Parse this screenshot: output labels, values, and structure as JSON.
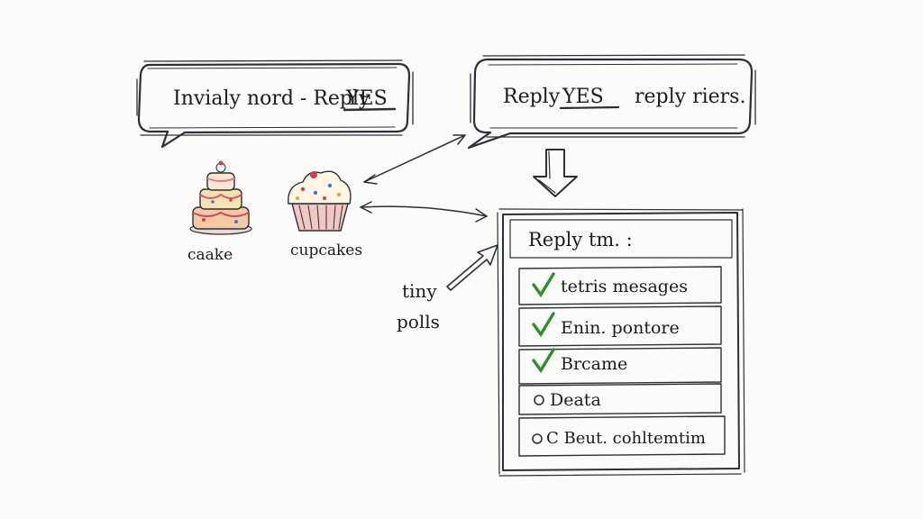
{
  "bubble_left": {
    "text": "Invialy nord - Reply",
    "highlight": "YES",
    "highlight_color": "#d23b2f"
  },
  "bubble_right": {
    "prefix": "Reply",
    "highlight": "YES",
    "suffix": "reply riers.",
    "highlight_color": "#3f9b3a"
  },
  "items": {
    "cake_label": "caake",
    "cupcakes_label": "cupcakes",
    "polls_label_line1": "tiny",
    "polls_label_line2": "polls"
  },
  "reply_panel": {
    "title": "Reply tm. :",
    "options": [
      {
        "label": "tetris mesages",
        "marker": "check"
      },
      {
        "label": "Enin. pontore",
        "marker": "check"
      },
      {
        "label": "Brcame",
        "marker": "check"
      },
      {
        "label": "Deata",
        "marker": "circle"
      },
      {
        "label": "C Beut. cohltemtim",
        "marker": "circle"
      }
    ],
    "check_color": "#2f8f2a"
  },
  "colors": {
    "ink": "#2b2f36",
    "paper": "#fbfbfa"
  },
  "icons": {
    "cake": "cake-icon",
    "cupcake": "cupcake-icon",
    "check": "check-icon",
    "circle": "circle-icon",
    "arrow_down": "down-arrow-icon"
  }
}
